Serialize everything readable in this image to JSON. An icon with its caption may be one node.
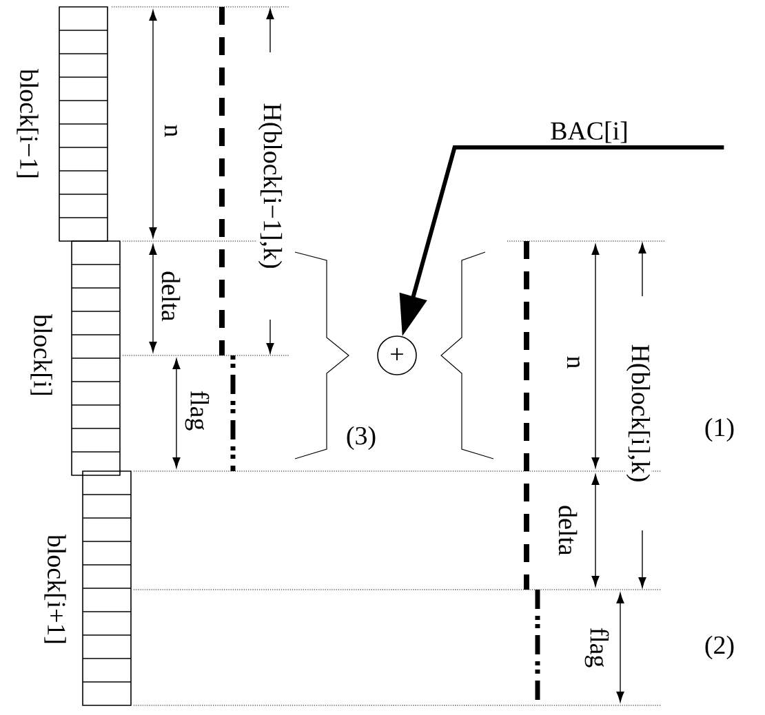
{
  "diagram": {
    "nodes": [
      {
        "text": [
          "block[i−1]"
        ]
      },
      {
        "text": [
          "block[i]"
        ]
      },
      {
        "text": [
          "block[i+1]"
        ]
      },
      {
        "text": [
          "BAC[i]"
        ]
      },
      {
        "text": [
          "+"
        ]
      }
    ],
    "edges": [
      {
        "from": 3,
        "to": 4,
        "arrow": "to"
      }
    ],
    "labels": [
      "n",
      "delta",
      "H(block[i−1],k)",
      "flag",
      "(3)",
      "n",
      "delta",
      "H(block[i],k)",
      "(1)",
      "flag",
      "(2)"
    ]
  }
}
